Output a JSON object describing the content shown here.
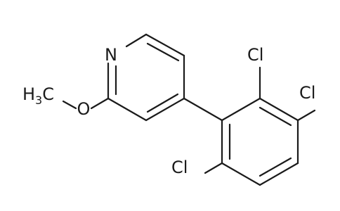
{
  "molecule": {
    "atoms": {
      "nitrogen": "N",
      "oxygen": "O",
      "methyl_c": "C",
      "methyl_h": "H",
      "methyl_sub": "3",
      "cl_ortho_top": "Cl",
      "cl_meta": "Cl",
      "cl_ortho_bottom": "Cl"
    },
    "colors": {
      "bond": "#1a1a1a",
      "background": "#ffffff"
    }
  }
}
